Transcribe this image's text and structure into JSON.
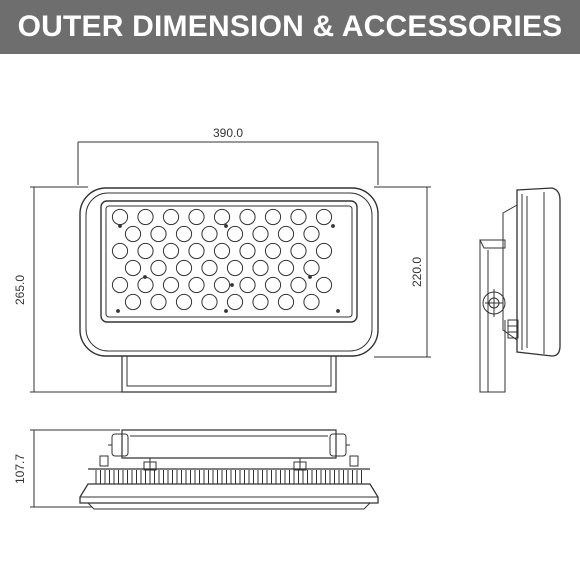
{
  "title": "OUTER DIMENSION & ACCESSORIES",
  "colors": {
    "banner": "#6e6e6e",
    "title_text": "#ffffff",
    "line": "#333333"
  },
  "dimensions": {
    "width": "390.0",
    "height": "265.0",
    "inner_height": "220.0",
    "depth": "107.7"
  }
}
